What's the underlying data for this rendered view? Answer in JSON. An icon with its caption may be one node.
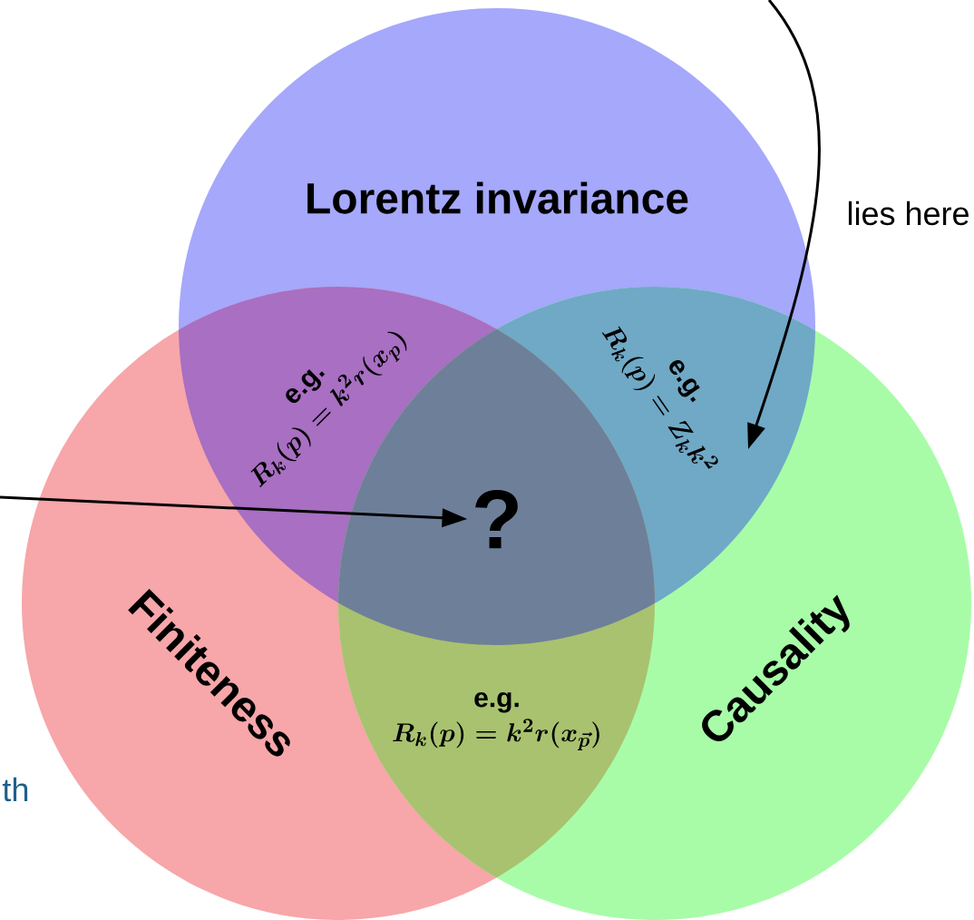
{
  "diagram": {
    "nodes": [
      {
        "text": [
          "Lorentz invariance"
        ]
      },
      {
        "text": [
          "Finiteness"
        ]
      },
      {
        "text": [
          "Causality"
        ]
      },
      {
        "text": [
          "e.g.",
          "R_k(p)=k^2 r(x_p)"
        ]
      },
      {
        "text": [
          "e.g.",
          "R_k(p)=Z_k k^2"
        ]
      },
      {
        "text": [
          "e.g.",
          "R_k(p)=k^2 r(x_{\\vec{p}})"
        ]
      },
      {
        "text": [
          "?"
        ]
      }
    ],
    "edges": [
      {
        "from": null,
        "to": 6,
        "arrow": "to"
      },
      {
        "from": null,
        "to": 4,
        "arrow": "to"
      }
    ],
    "labels": [
      "lies here",
      "th"
    ]
  }
}
